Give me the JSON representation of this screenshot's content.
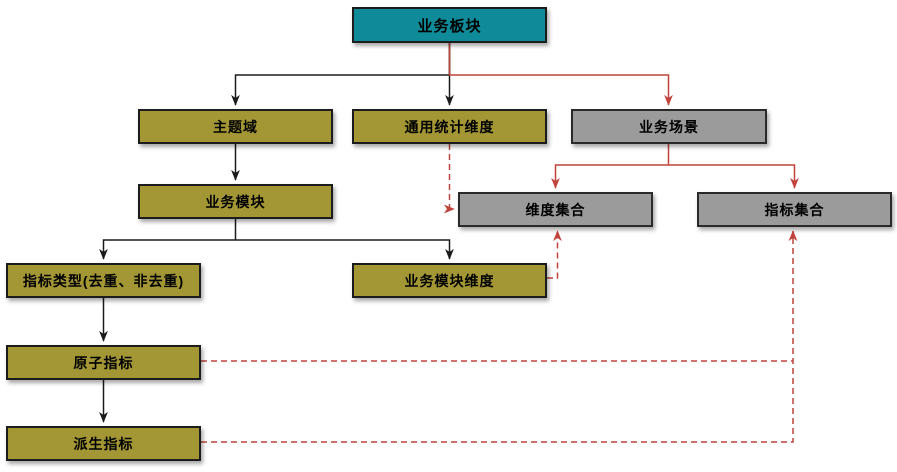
{
  "diagram": {
    "background": "#FFFFFF",
    "colors": {
      "root_fill": "#0E8A99",
      "olive_fill": "#A39634",
      "gray_fill": "#9B9B9B",
      "node_border": "#1C1C1C",
      "black_line": "#1A1A1A",
      "red_line": "#C0443C",
      "text": "#000000"
    },
    "nodes": [
      {
        "id": "business-section",
        "label": "业务板块",
        "style": "root"
      },
      {
        "id": "subject-domain",
        "label": "主题域",
        "style": "olive"
      },
      {
        "id": "common-stat-dimension",
        "label": "通用统计维度",
        "style": "olive"
      },
      {
        "id": "business-scenario",
        "label": "业务场景",
        "style": "gray"
      },
      {
        "id": "business-module",
        "label": "业务模块",
        "style": "olive"
      },
      {
        "id": "dimension-set",
        "label": "维度集合",
        "style": "gray"
      },
      {
        "id": "indicator-set",
        "label": "指标集合",
        "style": "gray"
      },
      {
        "id": "indicator-type",
        "label": "指标类型(去重、非去重)",
        "style": "olive"
      },
      {
        "id": "business-module-dimension",
        "label": "业务模块维度",
        "style": "olive"
      },
      {
        "id": "atomic-indicator",
        "label": "原子指标",
        "style": "olive"
      },
      {
        "id": "derived-indicator",
        "label": "派生指标",
        "style": "olive"
      }
    ],
    "edges": [
      {
        "from": "business-section",
        "to": "subject-domain",
        "line": "solid",
        "color": "black"
      },
      {
        "from": "business-section",
        "to": "common-stat-dimension",
        "line": "solid",
        "color": "black"
      },
      {
        "from": "business-section",
        "to": "business-scenario",
        "line": "solid",
        "color": "red"
      },
      {
        "from": "subject-domain",
        "to": "business-module",
        "line": "solid",
        "color": "black"
      },
      {
        "from": "business-module",
        "to": "indicator-type",
        "line": "solid",
        "color": "black"
      },
      {
        "from": "business-module",
        "to": "business-module-dimension",
        "line": "solid",
        "color": "black"
      },
      {
        "from": "business-scenario",
        "to": "dimension-set",
        "line": "solid",
        "color": "red"
      },
      {
        "from": "business-scenario",
        "to": "indicator-set",
        "line": "solid",
        "color": "red"
      },
      {
        "from": "common-stat-dimension",
        "to": "dimension-set",
        "line": "dashed",
        "color": "red"
      },
      {
        "from": "business-module-dimension",
        "to": "dimension-set",
        "line": "dashed",
        "color": "red"
      },
      {
        "from": "indicator-type",
        "to": "atomic-indicator",
        "line": "solid",
        "color": "black"
      },
      {
        "from": "atomic-indicator",
        "to": "derived-indicator",
        "line": "solid",
        "color": "black"
      },
      {
        "from": "atomic-indicator",
        "to": "indicator-set",
        "line": "dashed",
        "color": "red"
      },
      {
        "from": "derived-indicator",
        "to": "indicator-set",
        "line": "dashed",
        "color": "red"
      }
    ]
  }
}
